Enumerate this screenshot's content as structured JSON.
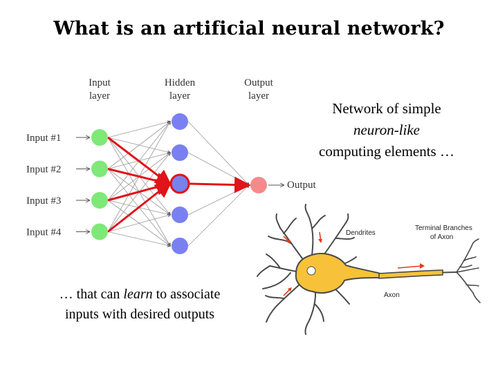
{
  "title": "What is an artificial neural network?",
  "network": {
    "layer_labels": {
      "input": [
        "Input",
        "layer"
      ],
      "hidden": [
        "Hidden",
        "layer"
      ],
      "output": [
        "Output",
        "layer"
      ]
    },
    "input_labels": [
      "Input #1",
      "Input #2",
      "Input #3",
      "Input #4"
    ],
    "output_label": "Output",
    "input_count": 4,
    "hidden_count": 5,
    "output_count": 1,
    "highlighted_hidden_index": 2,
    "colors": {
      "input_node": "#7ee878",
      "hidden_node": "#7a80f0",
      "output_node": "#f58a8a",
      "highlight": "#e0141a",
      "edge": "#9a9a9a"
    }
  },
  "caption_right": {
    "line1": "Network of simple",
    "line2": "neuron-like",
    "line3": "computing elements …"
  },
  "caption_left": {
    "prefix": "… that can ",
    "emphasis": "learn",
    "suffix": " to associate",
    "line2": "inputs with desired outputs"
  },
  "neuron": {
    "labels": {
      "dendrites": "Dendrites",
      "terminal_line1": "Terminal Branches",
      "terminal_line2": "of Axon",
      "axon": "Axon"
    },
    "colors": {
      "body": "#f7c23a",
      "outline": "#4a4a4a",
      "arrow": "#e63a1e"
    }
  }
}
